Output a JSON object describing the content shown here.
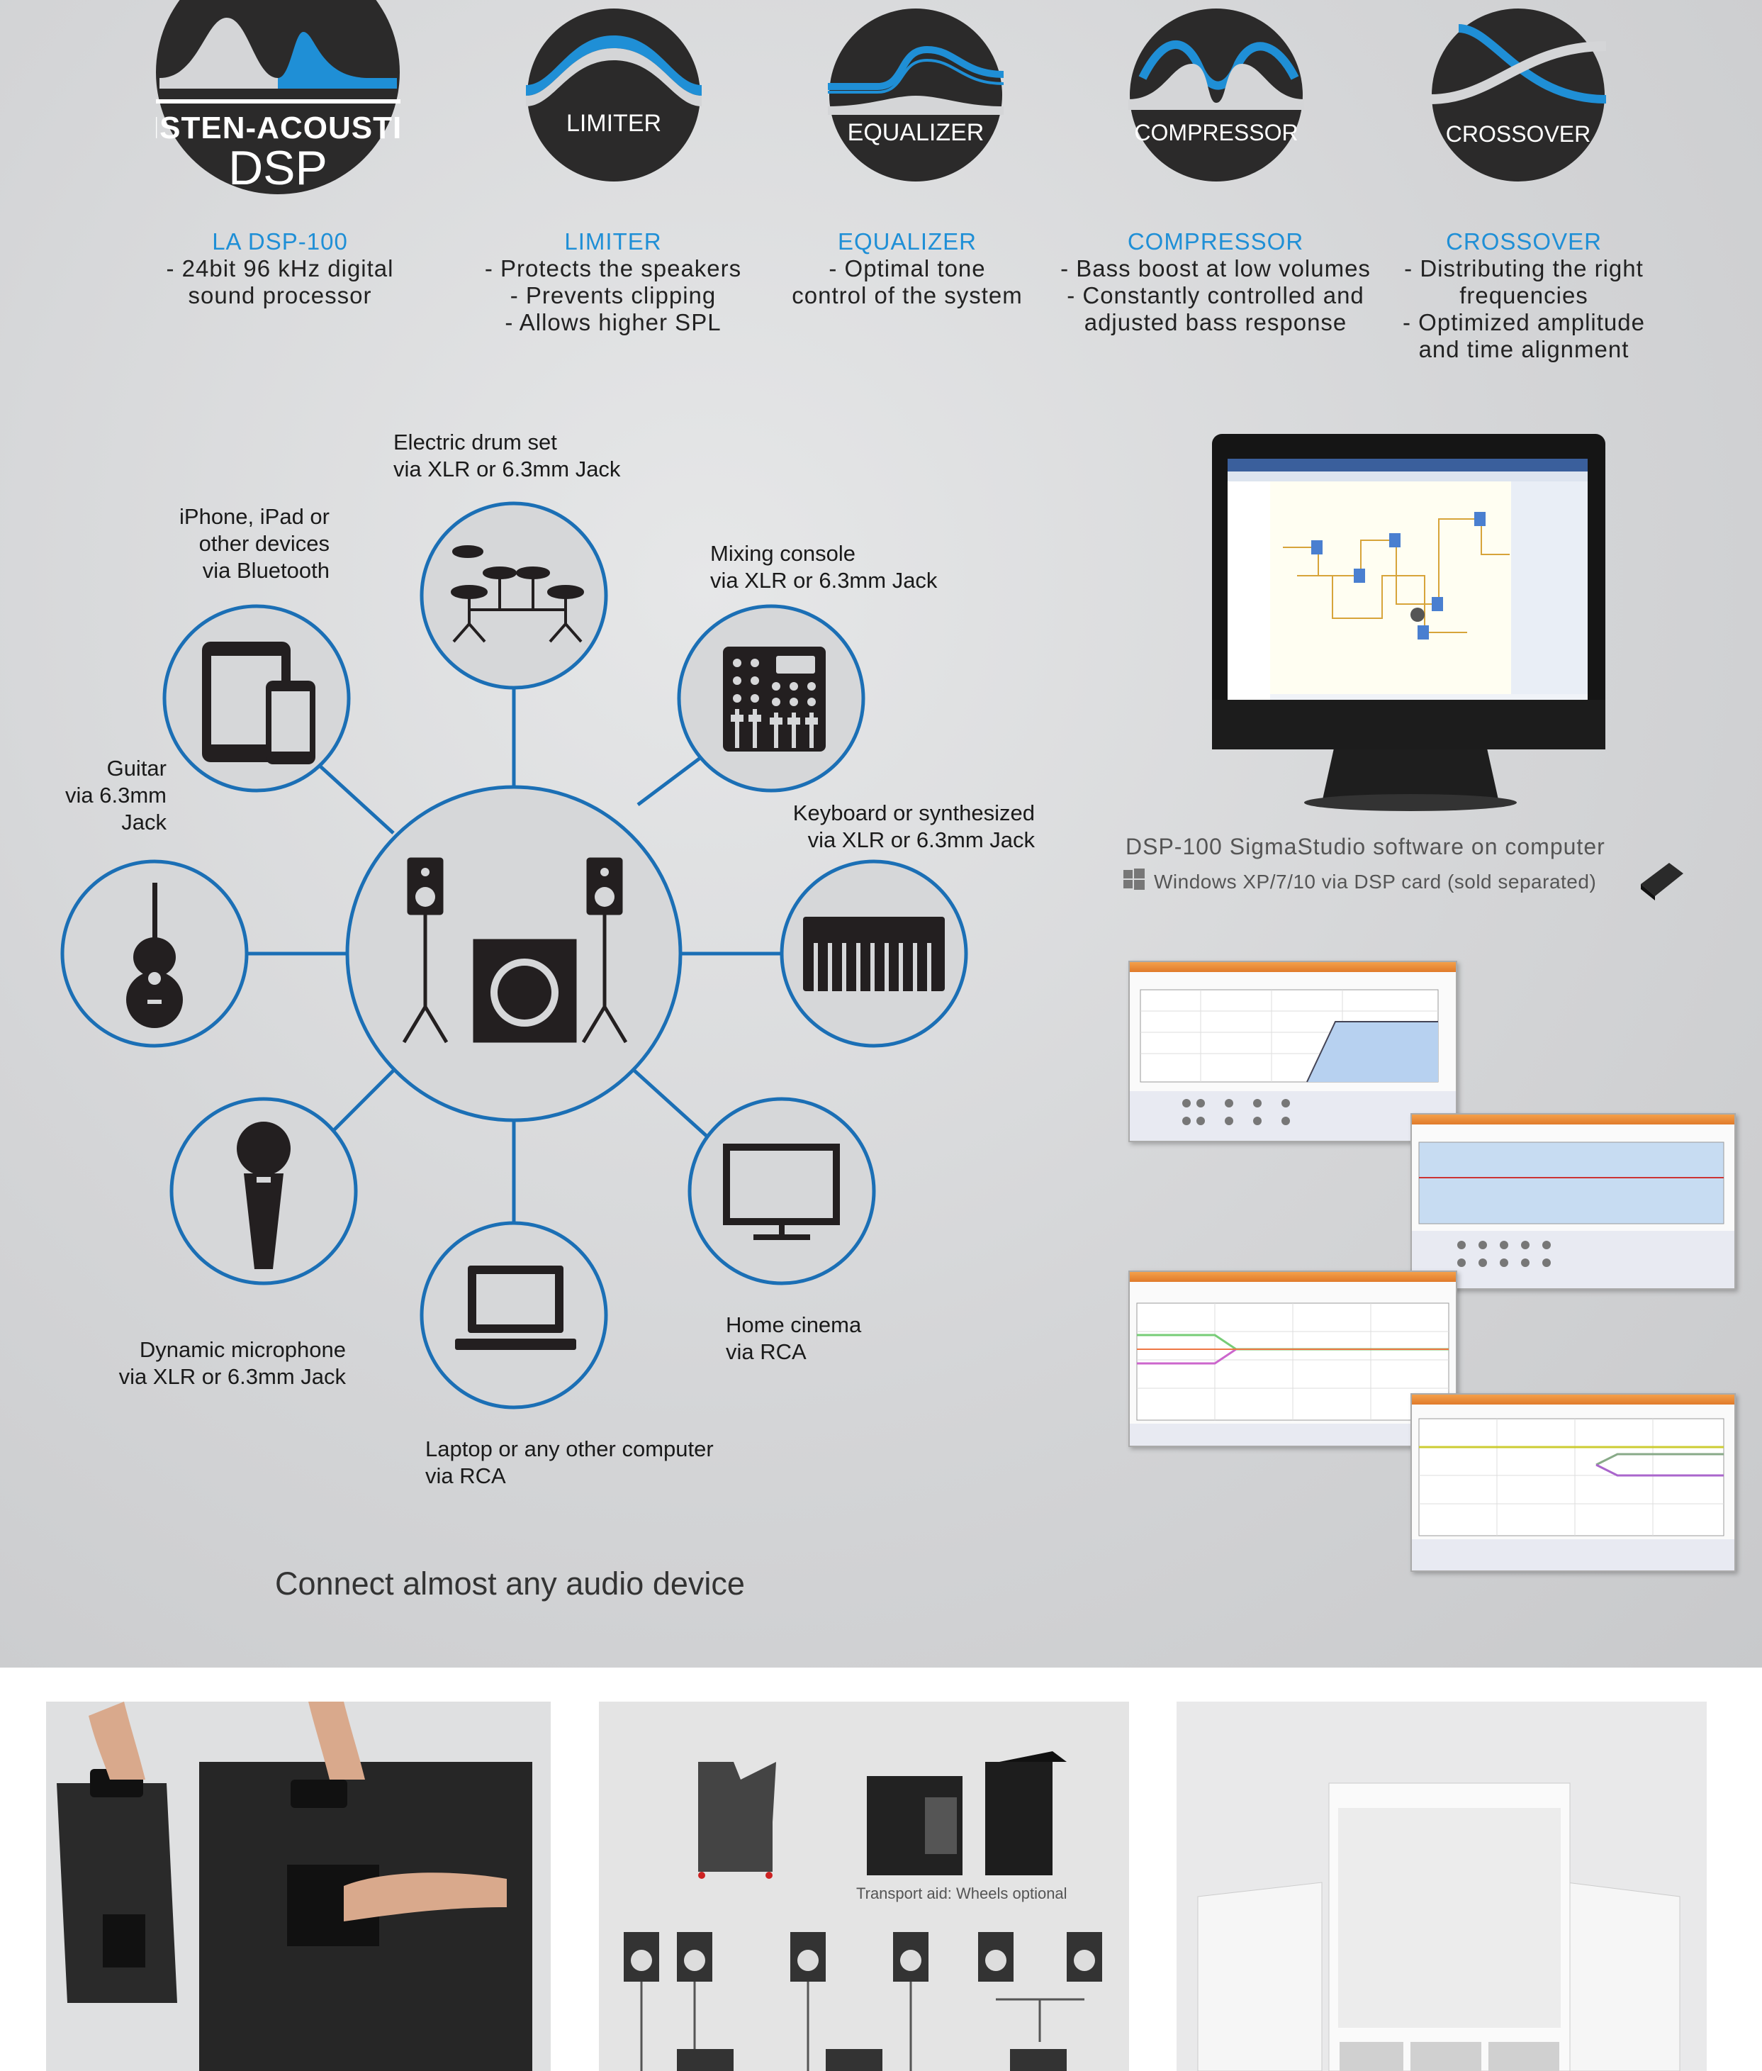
{
  "colors": {
    "accent": "#1f8fd6",
    "dark": "#2b2a2a",
    "panel": "#d4d5d7"
  },
  "badges": [
    {
      "name": "dsp",
      "line1": "LISTEN-ACOUSTIC",
      "line2": "DSP"
    },
    {
      "name": "limiter",
      "label": "LIMITER"
    },
    {
      "name": "equalizer",
      "label": "EQUALIZER"
    },
    {
      "name": "compressor",
      "label": "COMPRESSOR"
    },
    {
      "name": "crossover",
      "label": "CROSSOVER"
    }
  ],
  "features": [
    {
      "title": "LA DSP-100",
      "lines": [
        "- 24bit 96 kHz digital",
        "sound  processor"
      ]
    },
    {
      "title": "LIMITER",
      "lines": [
        "- Protects the speakers",
        "- Prevents clipping",
        "- Allows higher SPL"
      ]
    },
    {
      "title": "EQUALIZER",
      "lines": [
        "- Optimal tone",
        "control of the  system"
      ]
    },
    {
      "title": "COMPRESSOR",
      "lines": [
        "- Bass boost at low volumes",
        "- Constantly controlled and",
        "adjusted bass response"
      ]
    },
    {
      "title": "CROSSOVER",
      "lines": [
        "- Distributing the right",
        "frequencies",
        "- Optimized amplitude",
        "and time alignment"
      ]
    }
  ],
  "devices": {
    "drum": {
      "icon": "drum-set-icon",
      "lines": [
        "Electric drum set",
        "via XLR or 6.3mm Jack"
      ]
    },
    "mixer": {
      "icon": "mixing-console-icon",
      "lines": [
        "Mixing console",
        "via XLR or 6.3mm Jack"
      ]
    },
    "keyboard": {
      "icon": "keyboard-icon",
      "lines": [
        "Keyboard or synthesized",
        "via XLR or 6.3mm Jack"
      ]
    },
    "cinema": {
      "icon": "tv-icon",
      "lines": [
        "Home cinema",
        "via RCA"
      ]
    },
    "laptop": {
      "icon": "laptop-icon",
      "lines": [
        "Laptop or any other computer",
        "via RCA"
      ]
    },
    "mic": {
      "icon": "microphone-icon",
      "lines": [
        "Dynamic microphone",
        "via XLR or 6.3mm Jack"
      ]
    },
    "guitar": {
      "icon": "guitar-icon",
      "lines": [
        "Guitar",
        "via 6.3mm",
        "Jack"
      ]
    },
    "tablet": {
      "icon": "tablet-phone-icon",
      "lines": [
        "iPhone, iPad or",
        "other devices",
        "via Bluetooth"
      ]
    }
  },
  "software": {
    "caption": "DSP-100 SigmaStudio software on computer",
    "windows": "Windows XP/7/10 via DSP card (sold separated)"
  },
  "connect_text": "Connect almost any audio device",
  "transport_text": "Transport aid: Wheels optional"
}
